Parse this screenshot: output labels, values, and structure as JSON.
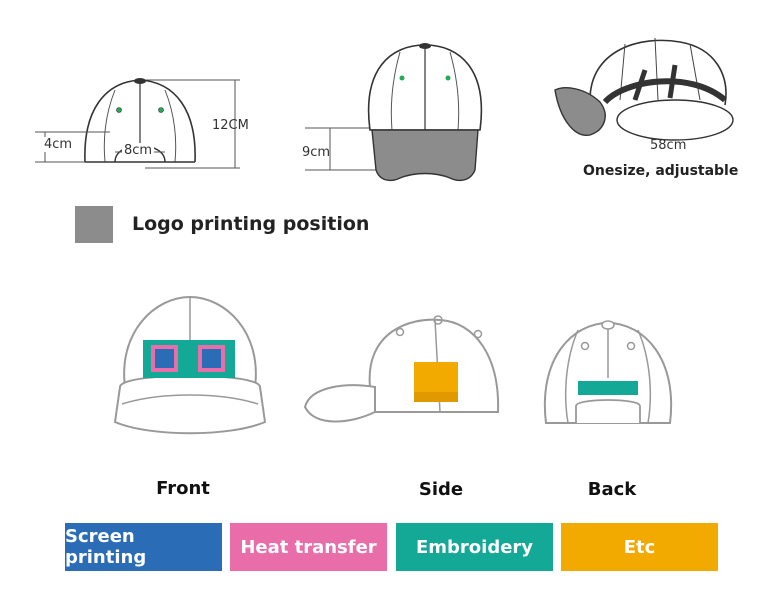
{
  "dimensions": {
    "height": "12CM",
    "width": "8cm",
    "bill": "4cm",
    "logo_height": "9cm",
    "circumference": "58cm",
    "size_note": "Onesize, adjustable"
  },
  "legend": {
    "label": "Logo printing position",
    "color": "#8c8c8c"
  },
  "views": {
    "front": "Front",
    "side": "Side",
    "back": "Back"
  },
  "techniques": [
    {
      "label": "Screen printing",
      "color": "#2b6cb7"
    },
    {
      "label": "Heat transfer",
      "color": "#e86da8"
    },
    {
      "label": "Embroidery",
      "color": "#14a896"
    },
    {
      "label": "Etc",
      "color": "#f2a900"
    }
  ],
  "colors": {
    "front_patch": "#14a896",
    "front_square_border": "#e86da8",
    "front_square_fill": "#2b6cb7",
    "side_patch": "#f2a900",
    "back_patch": "#14a896"
  }
}
